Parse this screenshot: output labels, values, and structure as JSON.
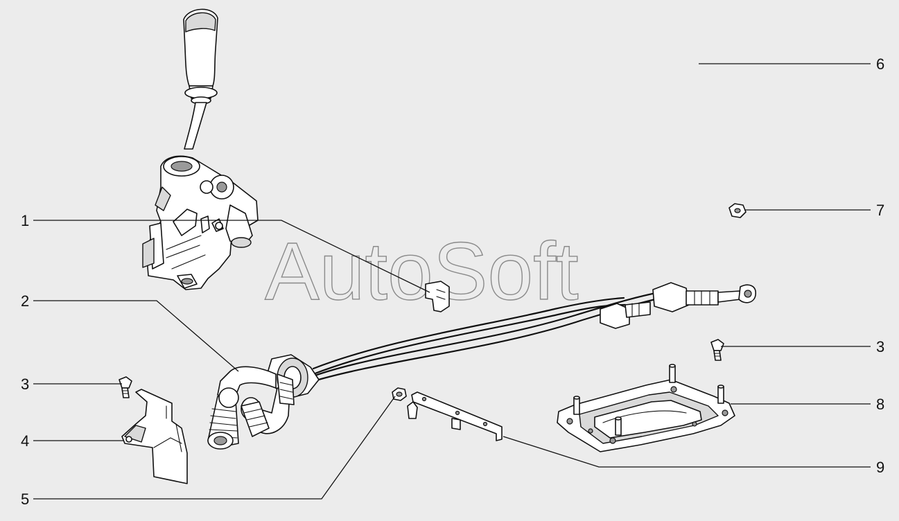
{
  "watermark": "AutoSoft",
  "callouts": [
    {
      "id": "c1",
      "label": "1"
    },
    {
      "id": "c2",
      "label": "2"
    },
    {
      "id": "c3a",
      "label": "3"
    },
    {
      "id": "c3b",
      "label": "3"
    },
    {
      "id": "c4",
      "label": "4"
    },
    {
      "id": "c5",
      "label": "5"
    },
    {
      "id": "c6",
      "label": "6"
    },
    {
      "id": "c7",
      "label": "7"
    },
    {
      "id": "c8",
      "label": "8"
    },
    {
      "id": "c9",
      "label": "9"
    }
  ]
}
